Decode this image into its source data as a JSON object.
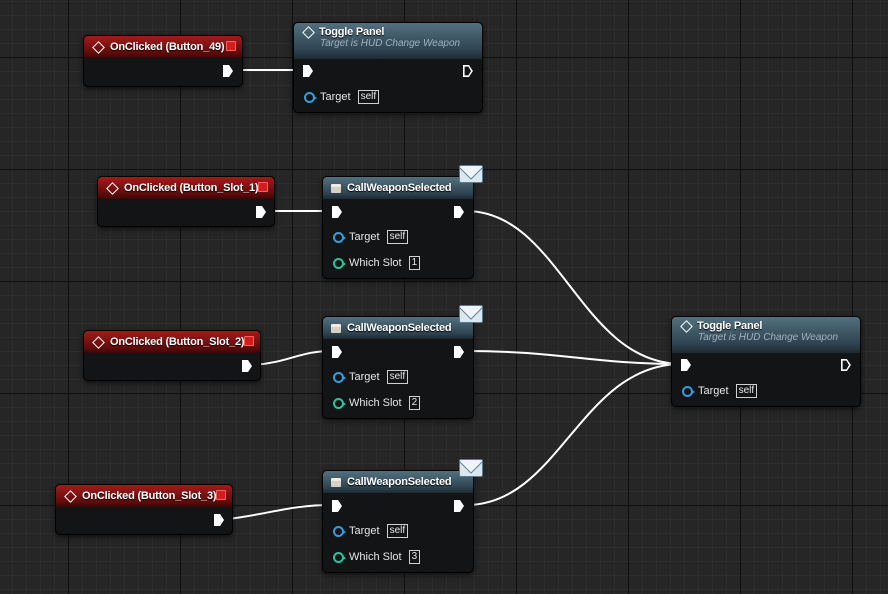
{
  "nodes": {
    "onclicked_49": {
      "title": "OnClicked (Button_49)"
    },
    "toggle_top": {
      "title": "Toggle Panel",
      "subtitle": "Target is HUD Change Weapon",
      "target_label": "Target",
      "target_value": "self"
    },
    "onclicked_slot1": {
      "title": "OnClicked (Button_Slot_1)"
    },
    "call_1": {
      "title": "CallWeaponSelected",
      "target_label": "Target",
      "target_value": "self",
      "slot_label": "Which Slot",
      "slot_value": "1"
    },
    "onclicked_slot2": {
      "title": "OnClicked (Button_Slot_2)"
    },
    "call_2": {
      "title": "CallWeaponSelected",
      "target_label": "Target",
      "target_value": "self",
      "slot_label": "Which Slot",
      "slot_value": "2"
    },
    "onclicked_slot3": {
      "title": "OnClicked (Button_Slot_3)"
    },
    "call_3": {
      "title": "CallWeaponSelected",
      "target_label": "Target",
      "target_value": "self",
      "slot_label": "Which Slot",
      "slot_value": "3"
    },
    "toggle_right": {
      "title": "Toggle Panel",
      "subtitle": "Target is HUD Change Weapon",
      "target_label": "Target",
      "target_value": "self"
    }
  },
  "colors": {
    "event_header": "#a31b1b",
    "function_header": "#53707f",
    "object_pin": "#3a9bd8",
    "integer_pin": "#31c29b",
    "wire": "#ffffff",
    "grid_background": "#262626"
  },
  "icons": {
    "event": "event-diamond-icon",
    "delegate": "delegate-pin-icon",
    "function": "function-icon",
    "message": "envelope-icon"
  }
}
